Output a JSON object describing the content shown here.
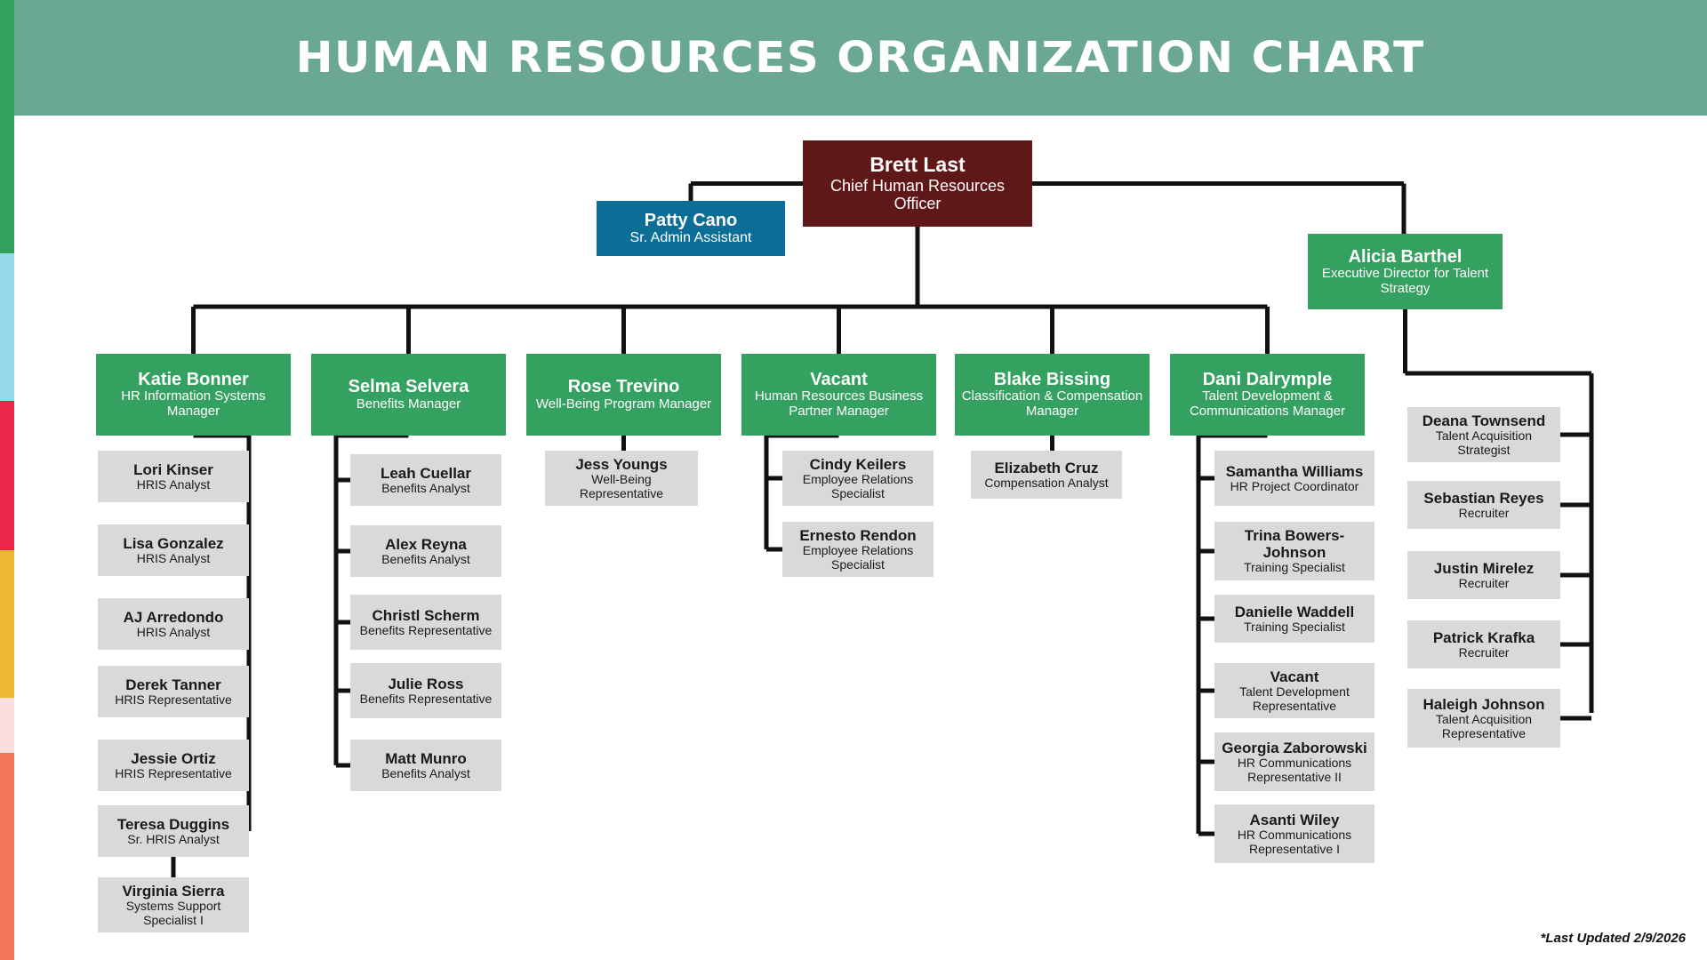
{
  "header": {
    "title": "HUMAN RESOURCES ORGANIZATION CHART"
  },
  "footer": {
    "last_updated": "*Last Updated 2/9/2026"
  },
  "colors": {
    "header_bg": "#6aa795",
    "root_bg": "#601717",
    "assistant_bg": "#0a6e97",
    "manager_bg": "#35a160",
    "staff_bg": "#d9d9d9",
    "connector": "#111111",
    "rail": [
      "#35a160",
      "#95d9ea",
      "#e9264b",
      "#ecb731",
      "#fadfdd",
      "#f4755c"
    ]
  },
  "chart_data": {
    "type": "org-chart",
    "title": "HUMAN RESOURCES ORGANIZATION CHART",
    "nodes": {
      "root": {
        "name": "Brett Last",
        "title": "Chief Human Resources Officer"
      },
      "assistant": {
        "name": "Patty Cano",
        "title": "Sr. Admin Assistant"
      },
      "m1": {
        "name": "Katie Bonner",
        "title": "HR Information Systems Manager"
      },
      "m2": {
        "name": "Selma Selvera",
        "title": "Benefits Manager"
      },
      "m3": {
        "name": "Rose Trevino",
        "title": "Well-Being Program Manager"
      },
      "m4": {
        "name": "Vacant",
        "title": "Human Resources Business Partner Manager"
      },
      "m5": {
        "name": "Blake Bissing",
        "title": "Classification & Compensation Manager"
      },
      "m6": {
        "name": "Dani Dalrymple",
        "title": "Talent Development & Communications Manager"
      },
      "m7": {
        "name": "Alicia Barthel",
        "title": "Executive Director for Talent Strategy"
      },
      "a1": {
        "name": "Lori Kinser",
        "title": "HRIS Analyst"
      },
      "a2": {
        "name": "Lisa Gonzalez",
        "title": "HRIS Analyst"
      },
      "a3": {
        "name": "AJ Arredondo",
        "title": "HRIS Analyst"
      },
      "a4": {
        "name": "Derek Tanner",
        "title": "HRIS Representative"
      },
      "a5": {
        "name": "Jessie Ortiz",
        "title": "HRIS Representative"
      },
      "a6": {
        "name": "Teresa Duggins",
        "title": "Sr. HRIS Analyst"
      },
      "a7": {
        "name": "Virginia Sierra",
        "title": "Systems Support Specialist I"
      },
      "b1": {
        "name": "Leah Cuellar",
        "title": "Benefits Analyst"
      },
      "b2": {
        "name": "Alex Reyna",
        "title": "Benefits Analyst"
      },
      "b3": {
        "name": "Christl Scherm",
        "title": "Benefits Representative"
      },
      "b4": {
        "name": "Julie Ross",
        "title": "Benefits Representative"
      },
      "b5": {
        "name": "Matt Munro",
        "title": "Benefits Analyst"
      },
      "c1": {
        "name": "Jess Youngs",
        "title": "Well-Being Representative"
      },
      "d1": {
        "name": "Cindy Keilers",
        "title": "Employee Relations Specialist"
      },
      "d2": {
        "name": "Ernesto Rendon",
        "title": "Employee Relations Specialist"
      },
      "e1": {
        "name": "Elizabeth Cruz",
        "title": "Compensation Analyst"
      },
      "f1": {
        "name": "Samantha Williams",
        "title": "HR Project Coordinator"
      },
      "f2": {
        "name": "Trina Bowers-Johnson",
        "title": "Training Specialist"
      },
      "f3": {
        "name": "Danielle Waddell",
        "title": "Training Specialist"
      },
      "f4": {
        "name": "Vacant",
        "title": "Talent Development Representative"
      },
      "f5": {
        "name": "Georgia Zaborowski",
        "title": "HR Communications Representative II"
      },
      "f6": {
        "name": "Asanti Wiley",
        "title": "HR Communications Representative I"
      },
      "g1": {
        "name": "Deana Townsend",
        "title": "Talent Acquisition Strategist"
      },
      "g2": {
        "name": "Sebastian Reyes",
        "title": "Recruiter"
      },
      "g3": {
        "name": "Justin Mirelez",
        "title": "Recruiter"
      },
      "g4": {
        "name": "Patrick Krafka",
        "title": "Recruiter"
      },
      "g5": {
        "name": "Haleigh Johnson",
        "title": "Talent Acquisition Representative"
      }
    },
    "edges": [
      [
        "root",
        "assistant"
      ],
      [
        "root",
        "m1"
      ],
      [
        "root",
        "m2"
      ],
      [
        "root",
        "m3"
      ],
      [
        "root",
        "m4"
      ],
      [
        "root",
        "m5"
      ],
      [
        "root",
        "m6"
      ],
      [
        "root",
        "m7"
      ],
      [
        "m1",
        "a1"
      ],
      [
        "m1",
        "a2"
      ],
      [
        "m1",
        "a3"
      ],
      [
        "m1",
        "a4"
      ],
      [
        "m1",
        "a5"
      ],
      [
        "m1",
        "a6"
      ],
      [
        "a6",
        "a7"
      ],
      [
        "m2",
        "b1"
      ],
      [
        "m2",
        "b2"
      ],
      [
        "m2",
        "b3"
      ],
      [
        "m2",
        "b4"
      ],
      [
        "m2",
        "b5"
      ],
      [
        "m3",
        "c1"
      ],
      [
        "m4",
        "d1"
      ],
      [
        "m4",
        "d2"
      ],
      [
        "m5",
        "e1"
      ],
      [
        "m6",
        "f1"
      ],
      [
        "m6",
        "f2"
      ],
      [
        "m6",
        "f3"
      ],
      [
        "m6",
        "f4"
      ],
      [
        "m6",
        "f5"
      ],
      [
        "m6",
        "f6"
      ],
      [
        "m7",
        "g1"
      ],
      [
        "m7",
        "g2"
      ],
      [
        "m7",
        "g3"
      ],
      [
        "m7",
        "g4"
      ],
      [
        "m7",
        "g5"
      ]
    ]
  }
}
